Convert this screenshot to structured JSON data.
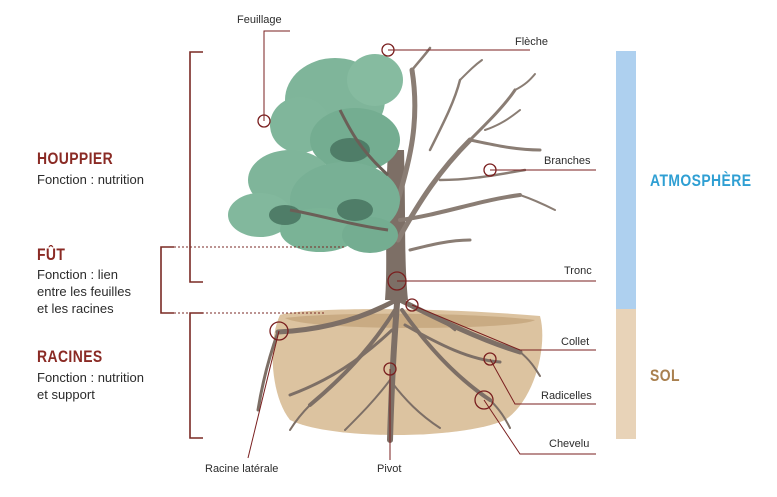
{
  "labels": {
    "feuillage": "Feuillage",
    "fleche": "Flèche",
    "branches": "Branches",
    "tronc": "Tronc",
    "collet": "Collet",
    "radicelles": "Radicelles",
    "chevelu": "Chevelu",
    "racine_laterale": "Racine latérale",
    "pivot": "Pivot"
  },
  "sections": {
    "houppier": {
      "title": "HOUPPIER",
      "lines": [
        "Fonction : nutrition"
      ]
    },
    "fut": {
      "title": "FÛT",
      "lines": [
        "Fonction : lien",
        "entre les feuilles",
        "et les racines"
      ]
    },
    "racines": {
      "title": "RACINES",
      "lines": [
        "Fonction : nutrition",
        "et support"
      ]
    }
  },
  "zones": {
    "atmosphere": {
      "label": "ATMOSPHÈRE",
      "color": "#aed0ef",
      "text_color": "#2f9fd3"
    },
    "sol": {
      "label": "SOL",
      "color": "#e8d3b8",
      "text_color": "#a9804f"
    }
  },
  "colors": {
    "title": "#8a2a24",
    "bracket": "#7a2a24",
    "foliage": "#7fb59a",
    "foliage_dark": "#5e9a7e",
    "wood": "#7d6f66",
    "soil": "#dcc3a0",
    "pointer": "#7a1f1f"
  }
}
